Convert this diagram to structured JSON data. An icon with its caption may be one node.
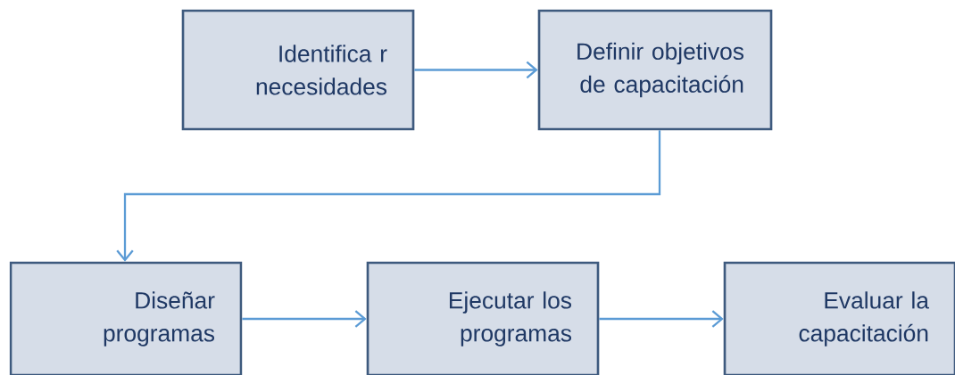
{
  "diagram": {
    "nodes": [
      {
        "text": [
          "Identifica r necesidades"
        ]
      },
      {
        "text": [
          "Definir objetivos de capacitación"
        ]
      },
      {
        "text": [
          "Diseñar programas"
        ]
      },
      {
        "text": [
          "Ejecutar los programas"
        ]
      },
      {
        "text": [
          "Evaluar la capacitación"
        ]
      }
    ],
    "edges": [
      {
        "from": 0,
        "to": 1,
        "arrow": "to"
      },
      {
        "from": 1,
        "to": 2,
        "arrow": "to"
      },
      {
        "from": 2,
        "to": 3,
        "arrow": "to"
      },
      {
        "from": 3,
        "to": 4,
        "arrow": "to"
      }
    ]
  }
}
